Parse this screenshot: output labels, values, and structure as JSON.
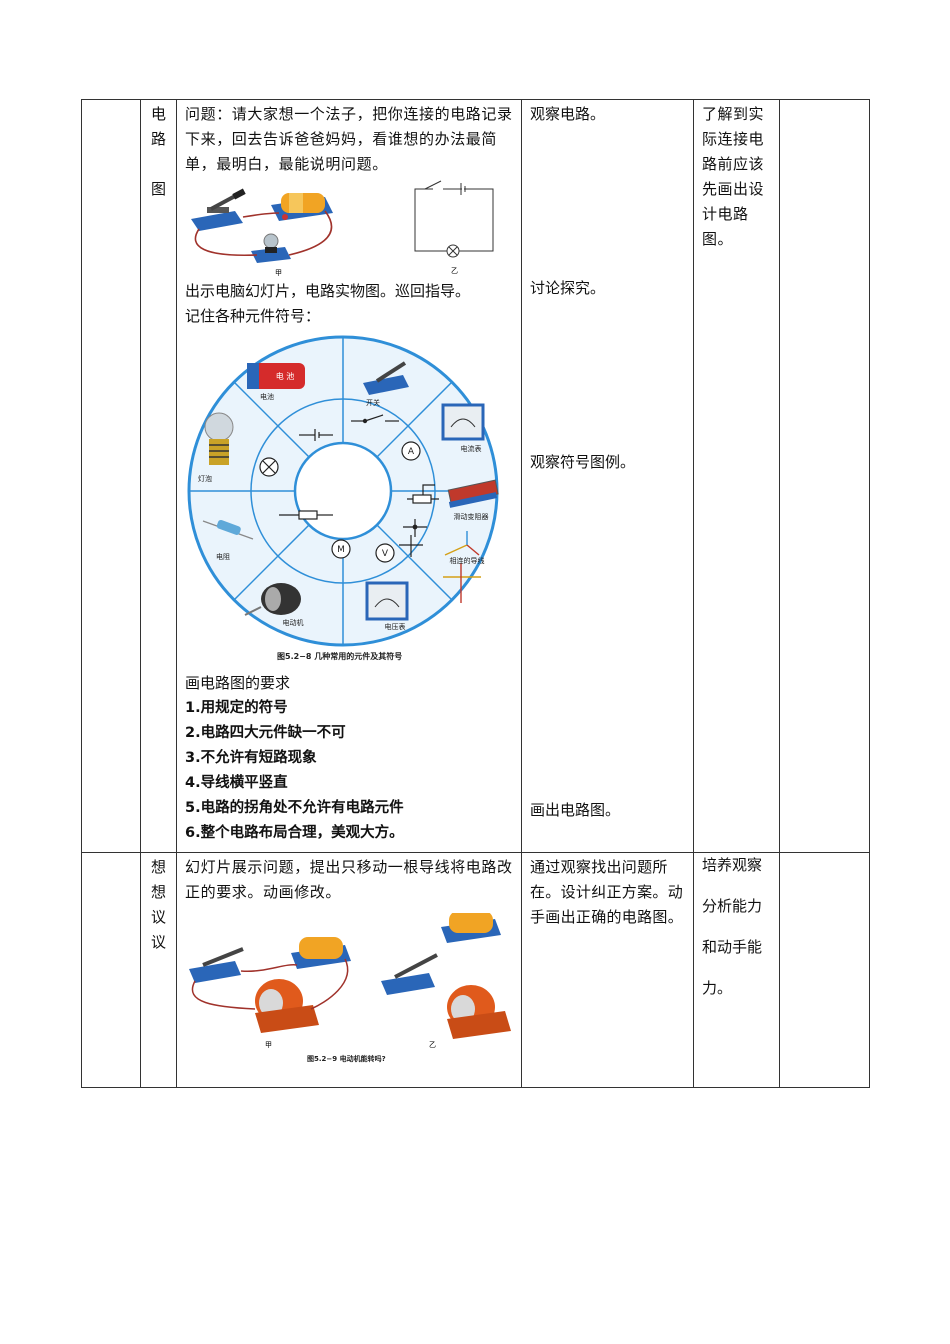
{
  "row1": {
    "label": [
      "电",
      "路",
      "",
      "图"
    ],
    "content": {
      "intro": "问题：请大家想一个法子，把你连接的电路记录下来，回去告诉爸爸妈妈，看谁想的办法最简单，最明白，最能说明问题。",
      "fig_labels": [
        "甲",
        "乙"
      ],
      "para2_line1": "出示电脑幻灯片，电路实物图。巡回指导。",
      "para2_line2": "记住各种元件符号：",
      "wheel_labels": {
        "battery": "电池",
        "switch": "开关",
        "ammeter": "电流表",
        "rheostat": "滑动变阻器",
        "joined_wires": "相连的导线",
        "voltmeter": "电压表",
        "motor": "电动机",
        "resistor": "电阻",
        "bulb": "灯泡",
        "battery_tag": "电 池",
        "caption": "图5.2−8   几种常用的元件及其符号"
      },
      "req_title": "画电路图的要求",
      "requirements": [
        "1.用规定的符号",
        "2.电路四大元件缺一不可",
        "3.不允许有短路现象",
        "4.导线横平竖直",
        "5.电路的拐角处不允许有电路元件",
        "6.整个电路布局合理，美观大方。"
      ]
    },
    "student": [
      "观察电路。",
      "讨论探究。",
      "观察符号图例。",
      "画出电路图。"
    ],
    "purpose": "了解到实际连接电路前应该先画出设计电路图。"
  },
  "row2": {
    "label": [
      "想",
      "想",
      "议",
      "议"
    ],
    "content": {
      "text": "幻灯片展示问题，提出只移动一根导线将电路改正的要求。动画修改。",
      "fig_labels": [
        "甲",
        "乙"
      ],
      "caption": "图5.2−9   电动机能转吗?"
    },
    "student": "通过观察找出问题所在。设计纠正方案。动手画出正确的电路图。",
    "purpose": [
      "培养观察",
      "分析能力",
      "和动手能",
      "力。"
    ]
  },
  "colors": {
    "wheel_blue": "#2f8fd8",
    "wheel_fill": "#eaf4fc",
    "battery_red": "#d52b2b",
    "base_blue": "#2a66b8"
  }
}
